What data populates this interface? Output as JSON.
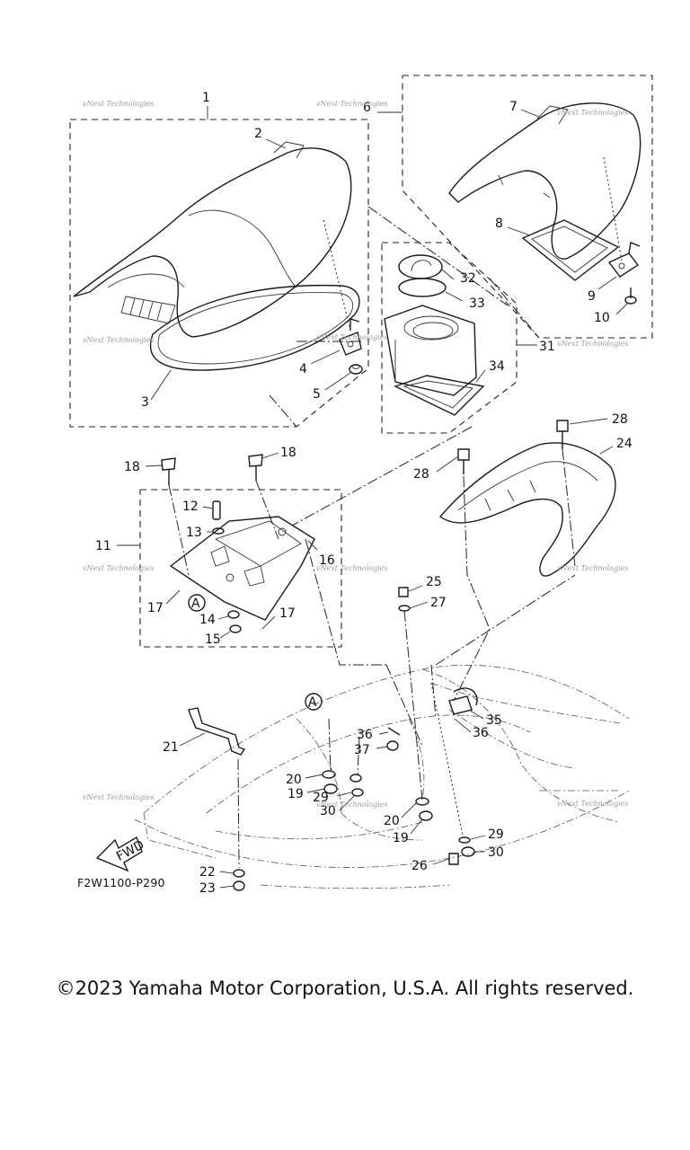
{
  "diagram": {
    "code": "F2W1100-P290",
    "copyright": "©2023 Yamaha Motor Corporation, U.S.A. All rights reserved.",
    "watermark": "vNext Technologies",
    "fwd_label": "FWD",
    "ref_marker": "A",
    "callouts": {
      "c1": "1",
      "c2": "2",
      "c3": "3",
      "c4": "4",
      "c5": "5",
      "c6": "6",
      "c7": "7",
      "c8": "8",
      "c9": "9",
      "c10": "10",
      "c11": "11",
      "c12": "12",
      "c13": "13",
      "c14": "14",
      "c15": "15",
      "c16": "16",
      "c17a": "17",
      "c17b": "17",
      "c18a": "18",
      "c18b": "18",
      "c19a": "19",
      "c19b": "19",
      "c20a": "20",
      "c20b": "20",
      "c21": "21",
      "c22": "22",
      "c23": "23",
      "c24": "24",
      "c25": "25",
      "c26": "26",
      "c27": "27",
      "c28a": "28",
      "c28b": "28",
      "c29a": "29",
      "c29b": "29",
      "c30a": "30",
      "c30b": "30",
      "c31": "31",
      "c32": "32",
      "c33": "33",
      "c34": "34",
      "c35": "35",
      "c36a": "36",
      "c36b": "36",
      "c37": "37"
    }
  }
}
